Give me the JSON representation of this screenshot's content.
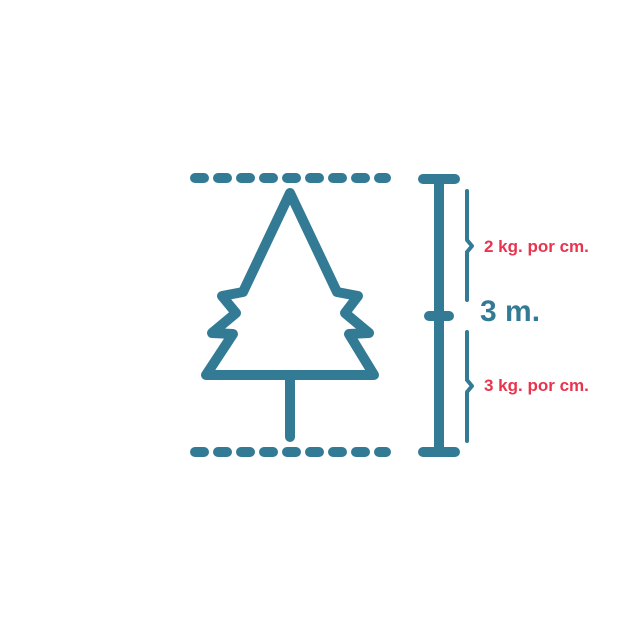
{
  "labels": {
    "total_height": "3 m.",
    "upper_section": "2 kg. por cm.",
    "lower_section": "3 kg. por cm."
  },
  "colors": {
    "primary": "#337b95",
    "accent": "#e8344e",
    "background": "#ffffff"
  },
  "icons": {
    "tree": "pine-tree-icon"
  }
}
